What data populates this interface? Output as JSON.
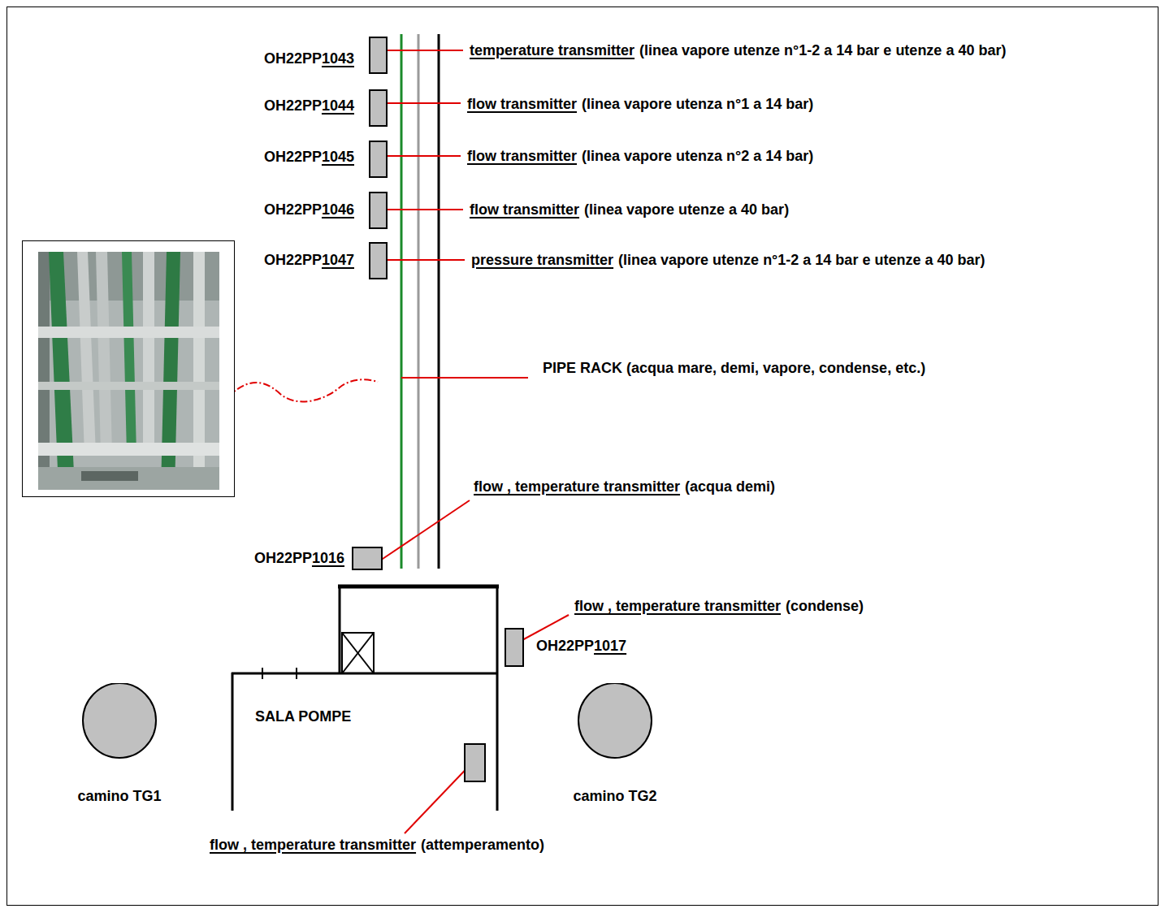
{
  "diagram": {
    "nodes": [
      {
        "text": [
          "OH22PP",
          "1043"
        ]
      },
      {
        "text": [
          "OH22PP",
          "1044"
        ]
      },
      {
        "text": [
          "OH22PP",
          "1045"
        ]
      },
      {
        "text": [
          "OH22PP",
          "1046"
        ]
      },
      {
        "text": [
          "OH22PP",
          "1047"
        ]
      },
      {
        "text": [
          "OH22PP",
          "1016"
        ]
      },
      {
        "text": [
          "OH22PP",
          "1017"
        ]
      },
      {
        "text": [
          "camino TG1"
        ]
      },
      {
        "text": [
          "SALA POMPE"
        ]
      },
      {
        "text": [
          "camino TG2"
        ]
      }
    ],
    "labels": [
      "temperature transmitter",
      "(linea vapore utenze n°1-2 a 14 bar e utenze a 40 bar)",
      "flow transmitter",
      "(linea vapore utenza n°1 a 14 bar)",
      "flow transmitter",
      "(linea vapore utenza n°2 a 14 bar)",
      "flow transmitter",
      "(linea vapore utenze a 40 bar)",
      "pressure transmitter",
      "(linea vapore utenze n°1-2 a 14 bar e utenze a 40 bar)",
      "PIPE RACK (acqua mare, demi, vapore, condense, etc.)",
      "flow , temperature transmitter",
      "(acqua demi)",
      "flow , temperature transmitter",
      "(condense)",
      "flow , temperature transmitter",
      "(attemperamento)"
    ]
  }
}
